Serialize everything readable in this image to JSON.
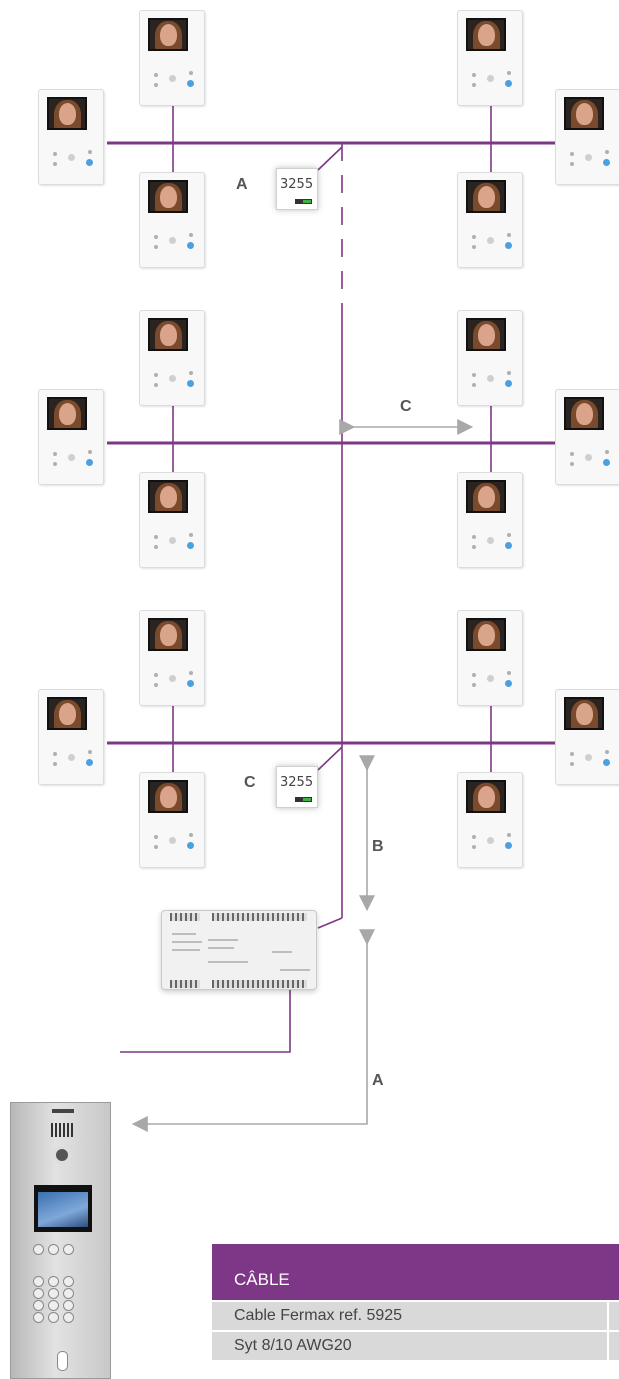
{
  "labels": {
    "decoder_top": "A",
    "decoder_bottom": "C",
    "dist_c": "C",
    "dist_b": "B",
    "dist_a": "A"
  },
  "decoder_code": "3255",
  "table": {
    "header": "CÂBLE",
    "rows": [
      "Cable Fermax ref. 5925",
      "Syt 8/10 AWG20"
    ]
  },
  "colors": {
    "bus": "#7d3786",
    "arrow": "#a8a8a8",
    "header_bg": "#7d3786",
    "row_bg": "#d9d9d9"
  }
}
